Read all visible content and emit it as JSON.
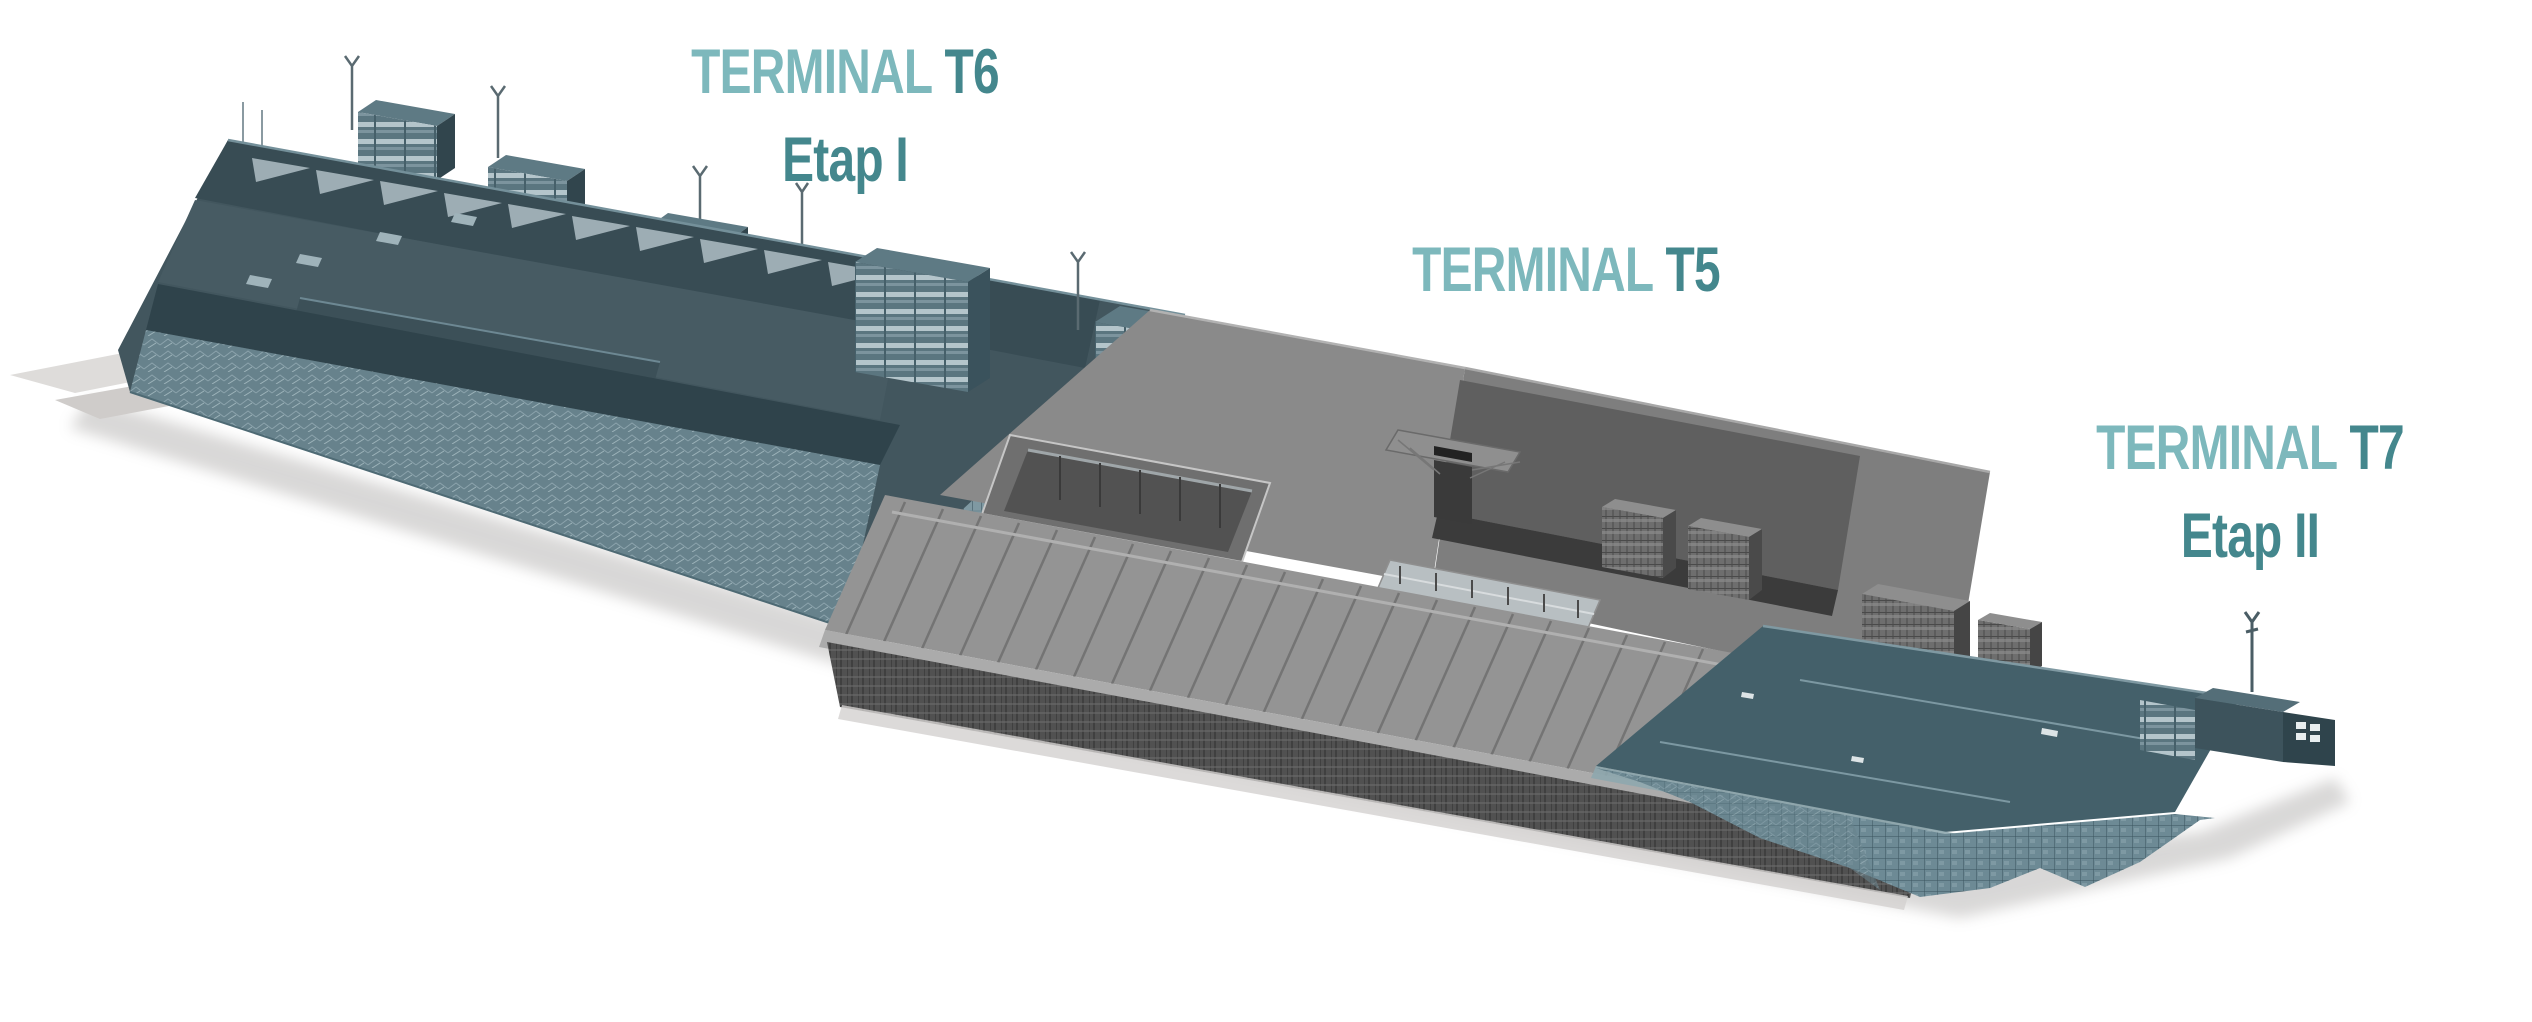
{
  "labels": {
    "t6": {
      "terminal": "TERMINAL",
      "code": "T6",
      "stage": "Etap I"
    },
    "t5": {
      "terminal": "TERMINAL",
      "code": "T5"
    },
    "t7": {
      "terminal": "TERMINAL",
      "code": "T7",
      "stage": "Etap II"
    }
  },
  "colors": {
    "background": "#ffffff",
    "label_terminal_light_teal": "#7db8bc",
    "label_accent_dark_teal": "#44878d",
    "model_teal_roof": "#42565e",
    "model_teal_truss_band": "#384c54",
    "model_teal_facade": "#67828c",
    "model_teal_glass": "#7f99a2",
    "model_gray_roof": "#8a8a8a",
    "model_gray_canopy": "#949494",
    "model_gray_raised_roof": "#5f5f5f",
    "model_gray_lattice": "#515151",
    "model_ground": "#d8d6d4"
  }
}
